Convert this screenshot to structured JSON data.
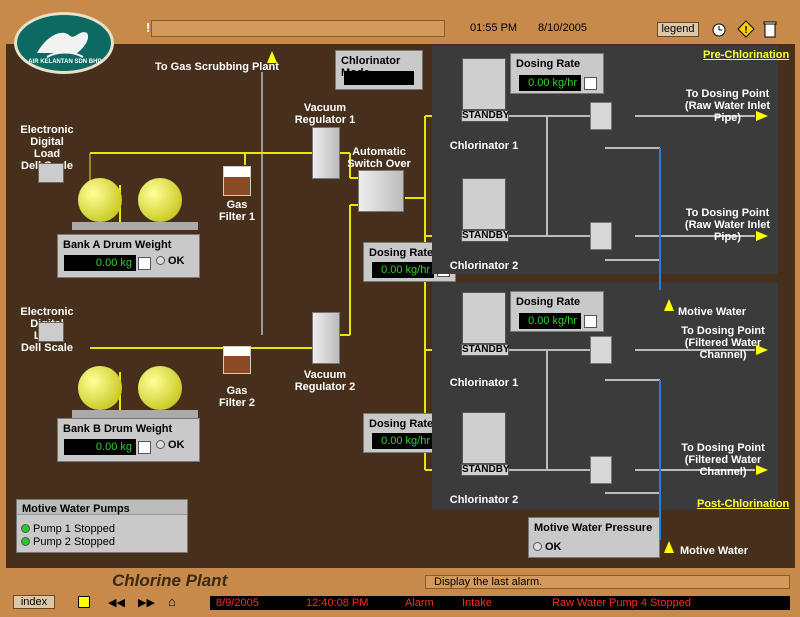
{
  "header": {
    "time": "01:55 PM",
    "date": "8/10/2005",
    "legend_label": "legend",
    "bang": "!"
  },
  "logo": {
    "text": "AIR KELANTAN SDN BHD"
  },
  "plant": {
    "gas_scrub_label": "To Gas Scrubbing Plant",
    "scale_a_label": "Electronic\nDigital Load\nDell Scale",
    "scale_b_label": "Electronic\nDigital Load\nDell Scale",
    "gas_filter_1": "Gas\nFilter 1",
    "gas_filter_2": "Gas\nFilter 2",
    "vac_reg_1": "Vacuum\nRegulator 1",
    "vac_reg_2": "Vacuum\nRegulator 2",
    "auto_switch": "Automatic\nSwitch Over",
    "chlorinator_mode_title": "Chlorinator Mode",
    "title": "Chlorine Plant"
  },
  "bank_a": {
    "title": "Bank A Drum Weight",
    "value": "0.00 kg",
    "status": "OK"
  },
  "bank_b": {
    "title": "Bank B Drum Weight",
    "value": "0.00 kg",
    "status": "OK"
  },
  "dosing_left_top": {
    "title": "Dosing Rate",
    "value": "0.00 kg/hr"
  },
  "dosing_left_bottom": {
    "title": "Dosing Rate",
    "value": "0.00 kg/hr"
  },
  "pre": {
    "section_label": "Pre-Chlorination",
    "dosing": {
      "title": "Dosing Rate",
      "value": "0.00 kg/hr"
    },
    "chlorinator_1": {
      "name": "Chlorinator 1",
      "state": "STANDBY"
    },
    "chlorinator_2": {
      "name": "Chlorinator 2",
      "state": "STANDBY"
    },
    "dest_1": "To Dosing Point\n(Raw Water Inlet Pipe)",
    "dest_2": "To Dosing Point\n(Raw Water Inlet Pipe)"
  },
  "post": {
    "section_label": "Post-Chlorination",
    "dosing": {
      "title": "Dosing Rate",
      "value": "0.00 kg/hr"
    },
    "chlorinator_1": {
      "name": "Chlorinator 1",
      "state": "STANDBY"
    },
    "chlorinator_2": {
      "name": "Chlorinator 2",
      "state": "STANDBY"
    },
    "dest_1": "To Dosing Point\n(Filtered Water Channel)",
    "dest_2": "To Dosing Point\n(Filtered Water Channel)"
  },
  "motive_water_1": "Motive Water",
  "motive_water_2": "Motive Water",
  "pumps": {
    "title": "Motive Water Pumps",
    "pump_1": "Pump 1 Stopped",
    "pump_2": "Pump 2 Stopped"
  },
  "pressure": {
    "title": "Motive Water Pressure",
    "status": "OK"
  },
  "footer": {
    "hint": "Display the last alarm.",
    "index_label": "index",
    "alarm": {
      "date": "8/9/2005",
      "time": "12:40:08 PM",
      "type": "Alarm",
      "area": "Intake",
      "message": "Raw Water Pump 4 Stopped"
    }
  },
  "colors": {
    "frame": "#c88a4b",
    "background": "#47301b",
    "pipe_yellow": "#e6e600",
    "pipe_blue": "#2a7ad8",
    "value_green": "#2bd42b",
    "alarm_red": "#ff2a2a"
  }
}
